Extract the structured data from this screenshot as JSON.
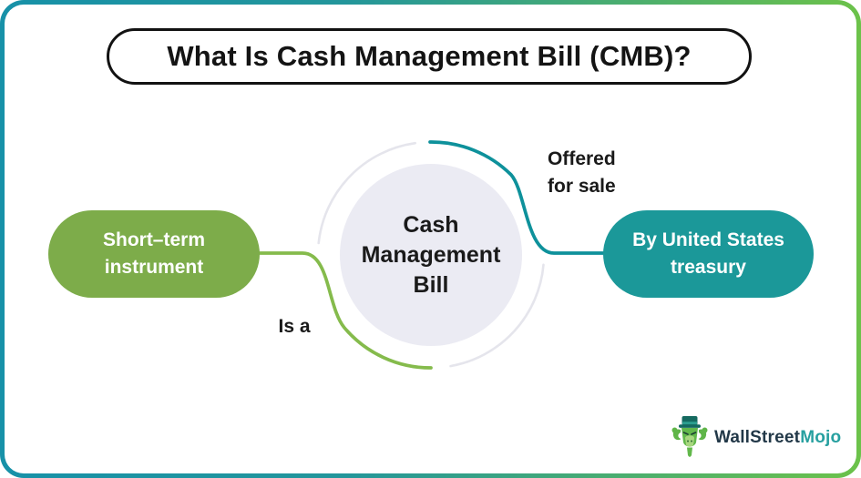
{
  "title": "What Is Cash Management Bill (CMB)?",
  "center_node": {
    "lines": [
      "Cash",
      "Management",
      "Bill"
    ]
  },
  "left_node": {
    "label": "Short–term instrument"
  },
  "right_node": {
    "label": "By United States treasury"
  },
  "edge_labels": {
    "left": "Is a",
    "right": "Offered for sale"
  },
  "logo": {
    "brand_black": "WallStreet",
    "brand_teal": "Mojo"
  },
  "colors": {
    "frame_gradient_left": "#1791A8",
    "frame_gradient_right": "#6CC24A",
    "left_node_fill": "#7DAC4A",
    "right_node_fill": "#1B9899",
    "green_line": "#85BB4C",
    "teal_line": "#0E919B",
    "center_fill": "#EBEBF3",
    "ring_gray": "#E5E5EC",
    "text_dark": "#1A1A1A",
    "logo_navy": "#223848",
    "logo_teal": "#27A0A0"
  }
}
